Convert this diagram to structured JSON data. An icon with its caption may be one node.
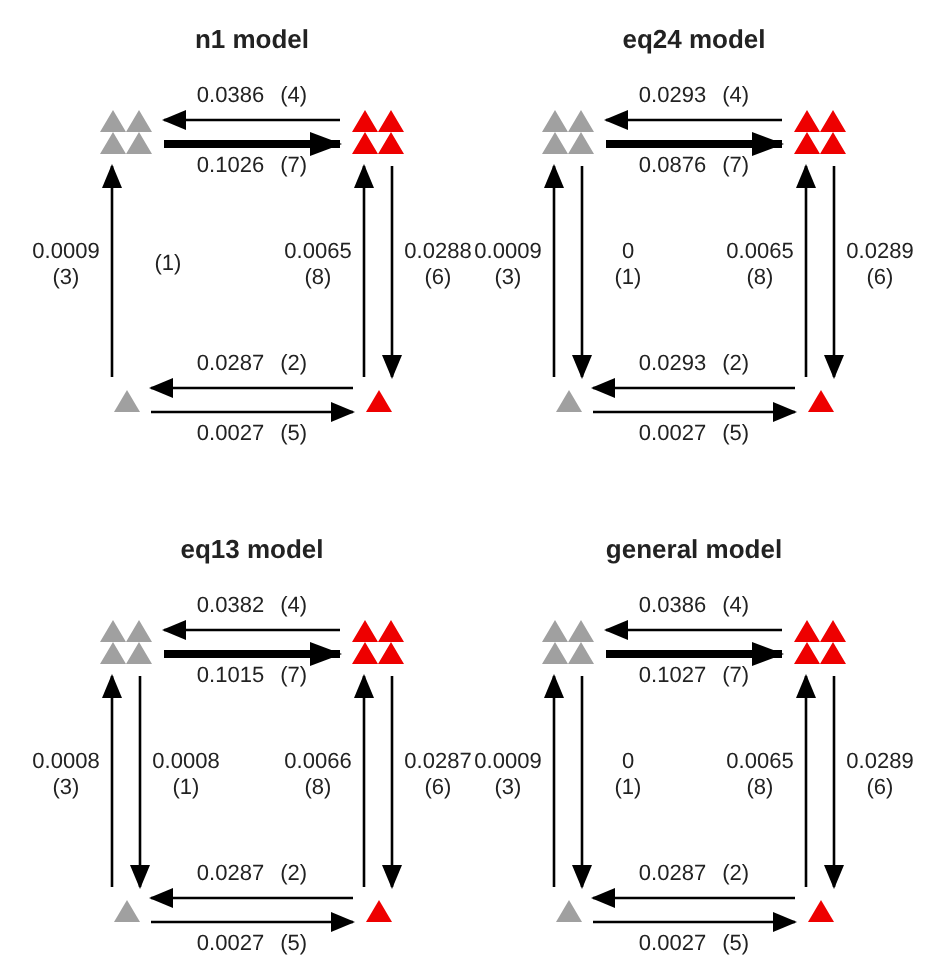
{
  "diagram": {
    "nodes": [
      {
        "text": [],
        "shape": "triangle"
      },
      {
        "text": [],
        "shape": "triangle"
      },
      {
        "text": [],
        "shape": "triangle"
      },
      {
        "text": [],
        "shape": "triangle"
      },
      {
        "text": [],
        "shape": "triangle"
      },
      {
        "text": [],
        "shape": "triangle"
      },
      {
        "text": [],
        "shape": "triangle"
      },
      {
        "text": [],
        "shape": "triangle"
      },
      {
        "text": [],
        "shape": "triangle"
      },
      {
        "text": [],
        "shape": "triangle"
      },
      {
        "text": [],
        "shape": "triangle"
      },
      {
        "text": [],
        "shape": "triangle"
      },
      {
        "text": [],
        "shape": "triangle"
      },
      {
        "text": [],
        "shape": "triangle"
      },
      {
        "text": [],
        "shape": "triangle"
      },
      {
        "text": [],
        "shape": "triangle"
      }
    ],
    "edges": [
      {
        "from": 1,
        "to": 0,
        "arrow": "to",
        "label": "0.0386 (4)"
      },
      {
        "from": 0,
        "to": 1,
        "arrow": "to",
        "label": "0.1026 (7)",
        "style": "thick"
      },
      {
        "from": 2,
        "to": 0,
        "arrow": "to",
        "label": "0.0009 (3)"
      },
      {
        "from": 3,
        "to": 1,
        "arrow": "to",
        "label": "0.0065 (8)"
      },
      {
        "from": 1,
        "to": 3,
        "arrow": "to",
        "label": "0.0288 (6)"
      },
      {
        "from": 3,
        "to": 2,
        "arrow": "to",
        "label": "0.0287 (2)"
      },
      {
        "from": 2,
        "to": 3,
        "arrow": "to",
        "label": "0.0027 (5)"
      },
      {
        "from": 5,
        "to": 4,
        "arrow": "to",
        "label": "0.0293 (4)"
      },
      {
        "from": 4,
        "to": 5,
        "arrow": "to",
        "label": "0.0876 (7)",
        "style": "thick"
      },
      {
        "from": 6,
        "to": 4,
        "arrow": "to",
        "label": "0.0009 (3)"
      },
      {
        "from": 4,
        "to": 6,
        "arrow": "to",
        "label": "0 (1)"
      },
      {
        "from": 7,
        "to": 5,
        "arrow": "to",
        "label": "0.0065 (8)"
      },
      {
        "from": 5,
        "to": 7,
        "arrow": "to",
        "label": "0.0289 (6)"
      },
      {
        "from": 7,
        "to": 6,
        "arrow": "to",
        "label": "0.0293 (2)"
      },
      {
        "from": 6,
        "to": 7,
        "arrow": "to",
        "label": "0.0027 (5)"
      },
      {
        "from": 9,
        "to": 8,
        "arrow": "to",
        "label": "0.0382 (4)"
      },
      {
        "from": 8,
        "to": 9,
        "arrow": "to",
        "label": "0.1015 (7)",
        "style": "thick"
      },
      {
        "from": 10,
        "to": 8,
        "arrow": "to",
        "label": "0.0008 (3)"
      },
      {
        "from": 8,
        "to": 10,
        "arrow": "to",
        "label": "0.0008 (1)"
      },
      {
        "from": 11,
        "to": 9,
        "arrow": "to",
        "label": "0.0066 (8)"
      },
      {
        "from": 9,
        "to": 11,
        "arrow": "to",
        "label": "0.0287 (6)"
      },
      {
        "from": 11,
        "to": 10,
        "arrow": "to",
        "label": "0.0287 (2)"
      },
      {
        "from": 10,
        "to": 11,
        "arrow": "to",
        "label": "0.0027 (5)"
      },
      {
        "from": 13,
        "to": 12,
        "arrow": "to",
        "label": "0.0386 (4)"
      },
      {
        "from": 12,
        "to": 13,
        "arrow": "to",
        "label": "0.1027 (7)",
        "style": "thick"
      },
      {
        "from": 14,
        "to": 12,
        "arrow": "to",
        "label": "0.0009 (3)"
      },
      {
        "from": 12,
        "to": 14,
        "arrow": "to",
        "label": "0 (1)"
      },
      {
        "from": 15,
        "to": 13,
        "arrow": "to",
        "label": "0.0065 (8)"
      },
      {
        "from": 13,
        "to": 15,
        "arrow": "to",
        "label": "0.0289 (6)"
      },
      {
        "from": 15,
        "to": 14,
        "arrow": "to",
        "label": "0.0287 (2)"
      },
      {
        "from": 14,
        "to": 15,
        "arrow": "to",
        "label": "0.0027 (5)"
      }
    ],
    "labels": [
      "n1 model",
      "eq24 model",
      "(1)",
      "eq13 model",
      "general model"
    ]
  }
}
